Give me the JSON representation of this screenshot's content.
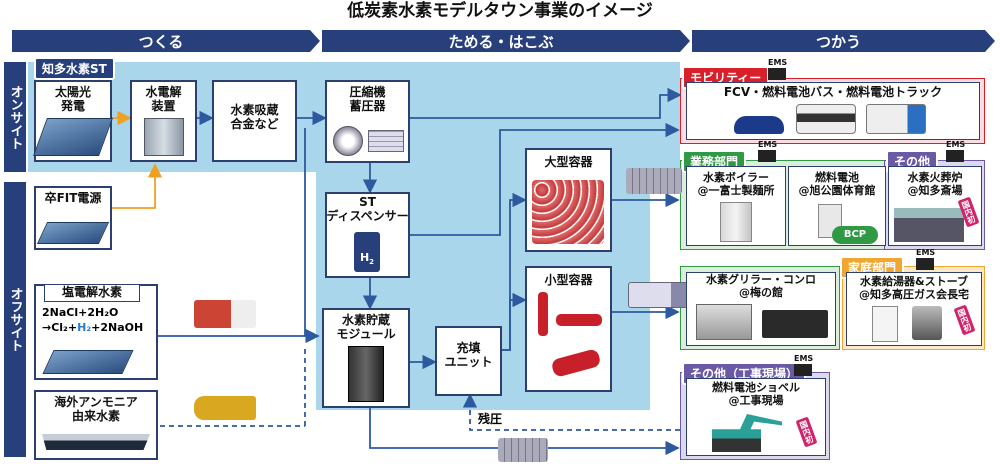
{
  "title": "低炭素水素モデルタウン事業のイメージ",
  "stages": {
    "make": "つくる",
    "store": "ためる・はこぶ",
    "use": "つかう"
  },
  "side": {
    "onsite": "オンサイト",
    "offsite": "オフサイト"
  },
  "station_tag": "知多水素ST",
  "nodes": {
    "solar": "太陽光\n発電",
    "electrolysis": "水電解\n装置",
    "alloy": "水素吸蔵\n合金など",
    "compressor": "圧縮機\n蓄圧器",
    "dispenser_name": "ST\nディスペンサー",
    "dispenser_symbol": "H",
    "dispenser_sub": "2",
    "storage": "水素貯蔵\nモジュール",
    "filling": "充填\nユニット",
    "large": "大型容器",
    "small": "小型容器",
    "sotsu_fit": "卒FIT電源",
    "salt_title": "塩電解水素",
    "salt_eq1": "2NaCl+2H₂O",
    "salt_eq2a": "→Cl₂+",
    "salt_eq2b": "H₂",
    "salt_eq2c": "+2NaOH",
    "ammonia": "海外アンモニア\n由来水素",
    "residual": "残圧"
  },
  "use": {
    "mobility_tag": "モビリティー",
    "mobility_text": "FCV・燃料電池バス・燃料電池トラック",
    "business_tag": "業務部門",
    "boiler": "水素ボイラー\n@一富士製麺所",
    "fuelcell": "燃料電池\n@旭公園体育館",
    "bcp": "BCP",
    "other_tag": "その他",
    "crematory": "水素火葬炉\n@知多斎場",
    "griller": "水素グリラー・コンロ\n@梅の館",
    "home_tag": "家庭部門",
    "heater": "水素給湯器&ストーブ\n@知多高圧ガス会長宅",
    "worksite_tag": "その他（工事現場）",
    "shovel": "燃料電池ショベル\n@工事現場",
    "domestic_first": "国内初",
    "ems": "EMS"
  },
  "colors": {
    "navy": "#27407b",
    "panel_blue": "#a9d6ea",
    "pink": "#f9dde3",
    "green": "#dbeedc",
    "purple": "#dcd9ef",
    "yellow": "#fbe9c7",
    "red_tag": "#d9202a",
    "green_tag": "#2f9a43",
    "purple_tag": "#6a5aa6",
    "orange_tag": "#f0a630",
    "orange_line": "#f0a020"
  }
}
